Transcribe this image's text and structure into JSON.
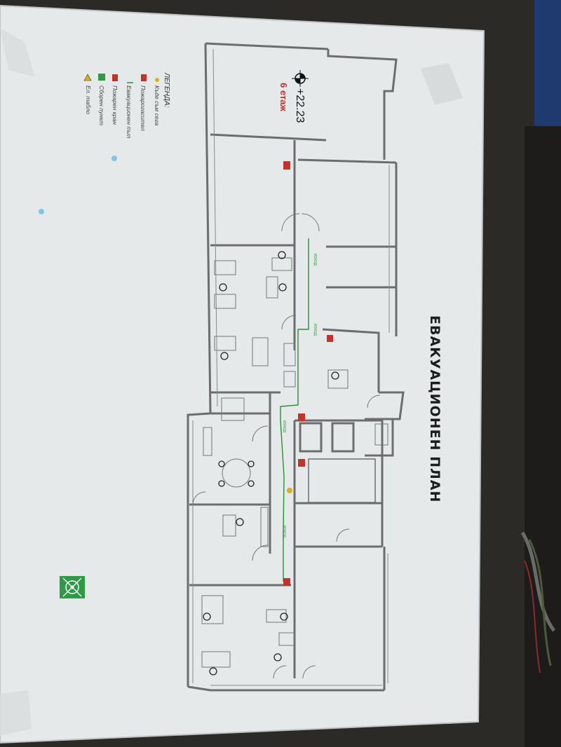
{
  "plan": {
    "title": "ЕВАКУАЦИОНЕН ПЛАН",
    "elevation": "+22.23",
    "floor": "6 етаж",
    "route_label": "ИЗХОД"
  },
  "legend": {
    "title": "ЛЕГЕНДА:",
    "items": [
      {
        "label": "Къде съм сега",
        "icon": "you-are-here-icon",
        "color": "#d6b418"
      },
      {
        "label": "Пожарогасител",
        "icon": "fire-extinguisher-icon",
        "color": "#c0342b"
      },
      {
        "label": "Евакуационен път",
        "icon": "evacuation-arrow-icon",
        "color": "#2e8b3a"
      },
      {
        "label": "Пожарен кран",
        "icon": "fire-hydrant-icon",
        "color": "#c0342b"
      },
      {
        "label": "Сборен пункт",
        "icon": "assembly-point-icon",
        "color": "#2e9a45"
      },
      {
        "label": "Ел. табло",
        "icon": "electrical-panel-icon",
        "color": "#d6b418"
      }
    ]
  },
  "colors": {
    "paper": "#e9ecec",
    "wall": "#6d6d6d",
    "route": "#2e8b3a",
    "danger": "#c0342b",
    "background": "#2c2a27"
  }
}
